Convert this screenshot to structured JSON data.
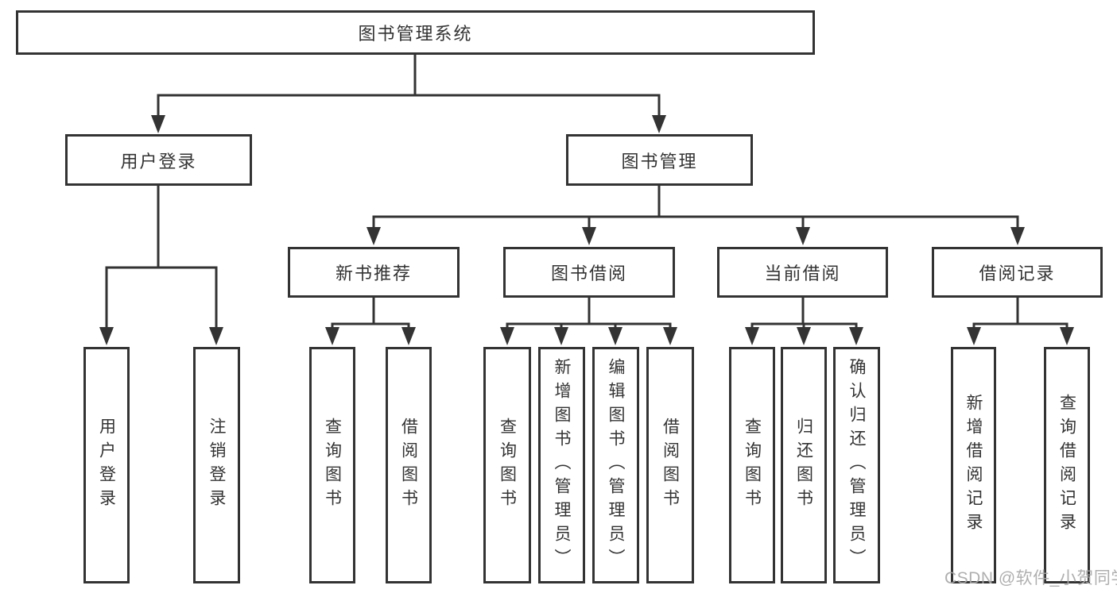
{
  "diagram": {
    "root": {
      "label": "图书管理系统"
    },
    "branches": [
      {
        "label": "用户登录",
        "children": [
          {
            "label": "用户登录"
          },
          {
            "label": "注销登录"
          }
        ]
      },
      {
        "label": "图书管理",
        "children": [
          {
            "label": "新书推荐",
            "children": [
              {
                "label": "查询图书"
              },
              {
                "label": "借阅图书"
              }
            ]
          },
          {
            "label": "图书借阅",
            "children": [
              {
                "label": "查询图书"
              },
              {
                "label": "新增图书（管理员）"
              },
              {
                "label": "编辑图书（管理员）"
              },
              {
                "label": "借阅图书"
              }
            ]
          },
          {
            "label": "当前借阅",
            "children": [
              {
                "label": "查询图书"
              },
              {
                "label": "归还图书"
              },
              {
                "label": "确认归还（管理员）"
              }
            ]
          },
          {
            "label": "借阅记录",
            "children": [
              {
                "label": "新增借阅记录"
              },
              {
                "label": "查询借阅记录"
              }
            ]
          }
        ]
      }
    ]
  },
  "watermark": {
    "text": "CSDN @软件_小贺同学"
  },
  "colors": {
    "line": "#333333",
    "text": "#333333",
    "box_background": "#ffffff",
    "watermark": "#a8a8a8",
    "background": "#ffffff"
  }
}
